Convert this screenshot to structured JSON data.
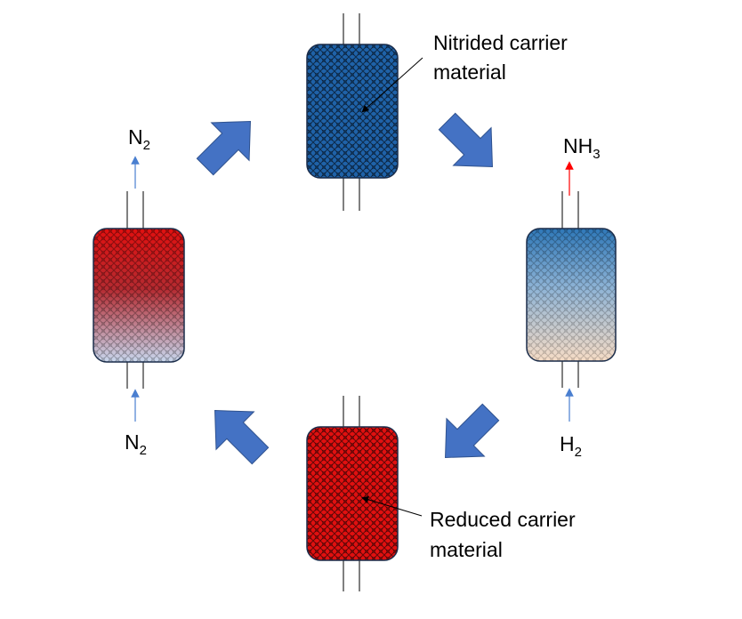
{
  "labels": {
    "nitrided_line1": "Nitrided carrier",
    "nitrided_line2": "material",
    "reduced_line1": "Reduced carrier",
    "reduced_line2": "material"
  },
  "streams": {
    "left_out": {
      "main": "N",
      "sub": "2"
    },
    "left_in": {
      "main": "N",
      "sub": "2"
    },
    "right_out": {
      "main": "NH",
      "sub": "3"
    },
    "right_in": {
      "main": "H",
      "sub": "2"
    }
  },
  "colors": {
    "nitrided": "#1f62a8",
    "reduced": "#e01010",
    "cycle_arrow": "#4472c4",
    "gas_arrow_blue": "#4a7fd0",
    "gas_arrow_red": "#ff0000",
    "outline": "#1a2c4a",
    "peach": "#f6dcc6",
    "pale_blue": "#c9d8ef"
  }
}
